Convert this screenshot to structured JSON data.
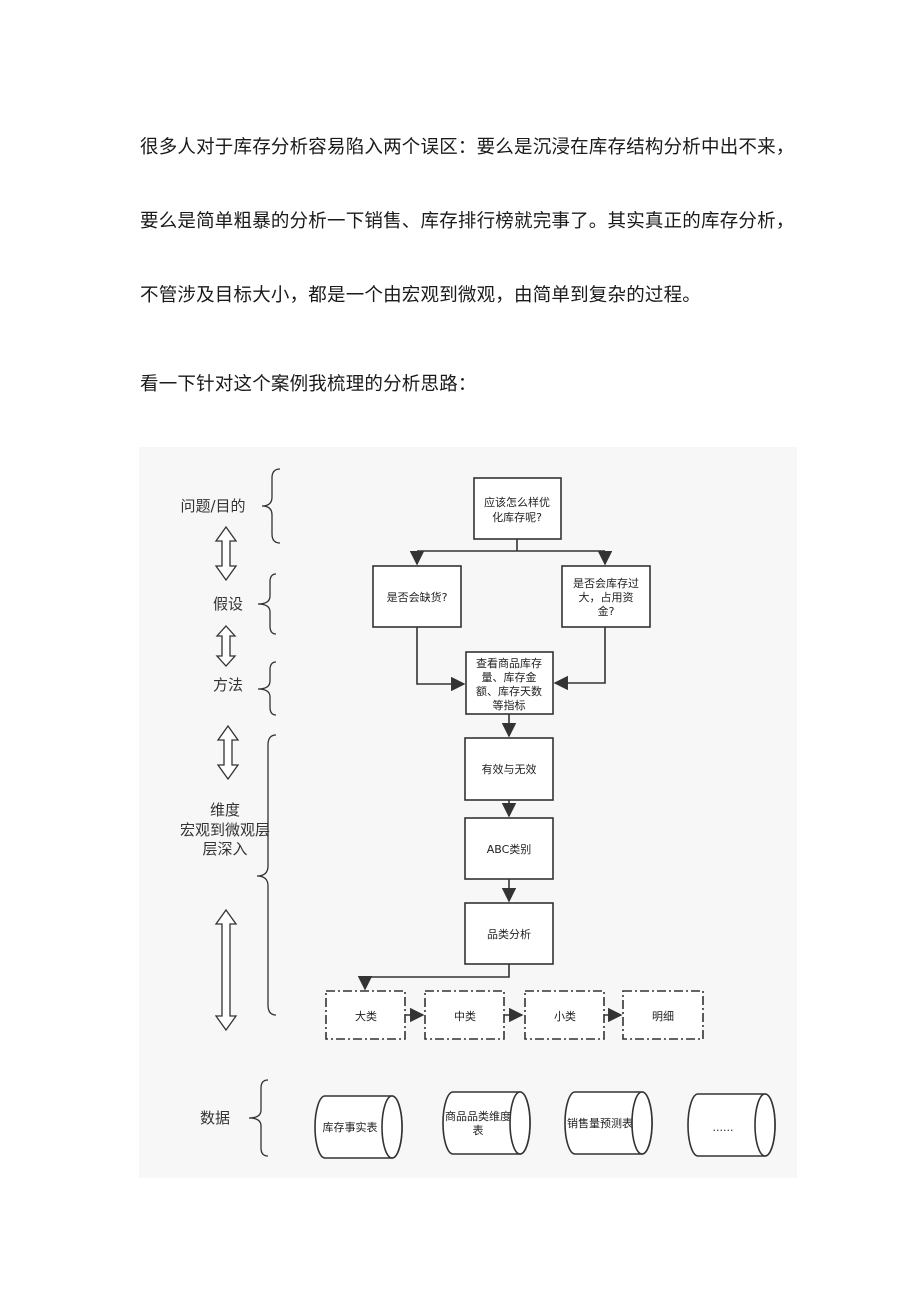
{
  "intro": {
    "lines": [
      "很多人对于库存分析容易陷入两个误区：要么是沉浸在库存结构分析中出不来，",
      "要么是简单粗暴的分析一下销售、库存排行榜就完事了。其实真正的库存分析，",
      "不管涉及目标大小，都是一个由宏观到微观，由简单到复杂的过程。"
    ],
    "lead": "看一下针对这个案例我梳理的分析思路："
  },
  "diagram": {
    "stages": {
      "goal": "问题/目的",
      "hypothesis": "假设",
      "method": "方法",
      "dimension": [
        "维度",
        "宏观到微观层",
        "层深入"
      ],
      "data": "数据"
    },
    "nodes": {
      "root": [
        "应该怎么样优",
        "化库存呢?"
      ],
      "shortage": [
        "是否会缺货?"
      ],
      "overstock": [
        "是否会库存过",
        "大，占用资",
        "金?"
      ],
      "metrics": [
        "查看商品库存",
        "量、库存金",
        "额、库存天数",
        "等指标"
      ],
      "valid": [
        "有效与无效"
      ],
      "abc": [
        "ABC类别"
      ],
      "category": [
        "品类分析"
      ]
    },
    "levels": [
      "大类",
      "中类",
      "小类",
      "明细"
    ],
    "data_sources": [
      [
        "库存事实表"
      ],
      [
        "商品品类维度",
        "表"
      ],
      [
        "销售量预测表"
      ],
      [
        "......"
      ]
    ]
  }
}
